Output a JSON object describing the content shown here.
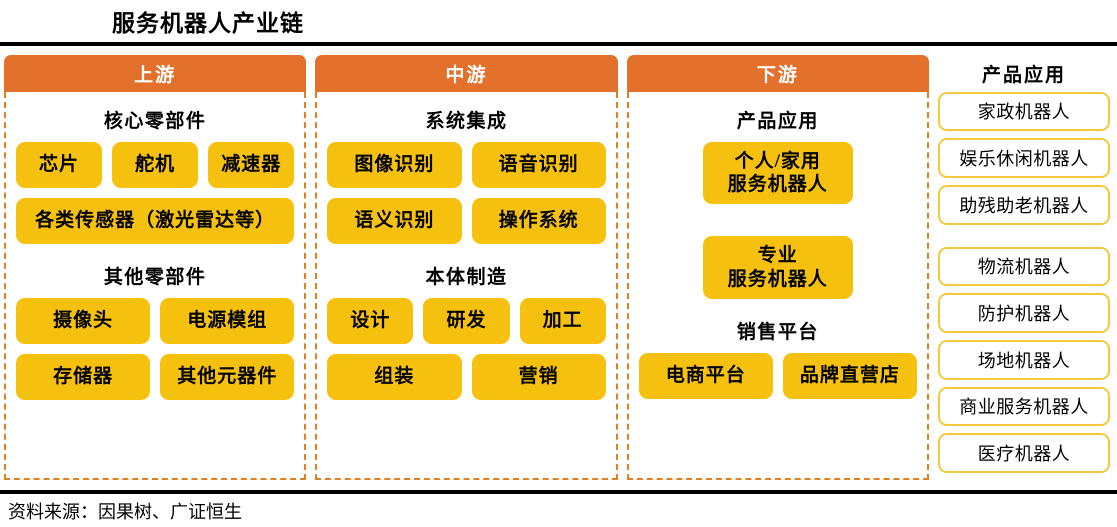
{
  "title": "服务机器人产业链",
  "footer": "资料来源：因果树、广证恒生",
  "colors": {
    "header_orange": "#E3712C",
    "chip_yellow": "#F6C10E",
    "border_dashed": "#E08020",
    "app_border": "#F0C93C"
  },
  "columns": [
    {
      "header": "上游",
      "sections": [
        {
          "label": "核心零部件",
          "rows": [
            [
              "芯片",
              "舵机",
              "减速器"
            ],
            [
              "各类传感器（激光雷达等）"
            ]
          ]
        },
        {
          "label": "其他零部件",
          "rows": [
            [
              "摄像头",
              "电源模组"
            ],
            [
              "存储器",
              "其他元器件"
            ]
          ]
        }
      ]
    },
    {
      "header": "中游",
      "sections": [
        {
          "label": "系统集成",
          "rows": [
            [
              "图像识别",
              "语音识别"
            ],
            [
              "语义识别",
              "操作系统"
            ]
          ]
        },
        {
          "label": "本体制造",
          "rows": [
            [
              "设计",
              "研发",
              "加工"
            ],
            [
              "组装",
              "营销"
            ]
          ]
        }
      ]
    },
    {
      "header": "下游",
      "sections": [
        {
          "label": "产品应用",
          "rows": [
            [
              "个人/家用\n服务机器人"
            ],
            [
              "专业\n服务机器人"
            ]
          ]
        },
        {
          "label": "销售平台",
          "rows": [
            [
              "电商平台",
              "品牌直营店"
            ]
          ]
        }
      ]
    }
  ],
  "applications": {
    "title": "产品应用",
    "group_personal": [
      "家政机器人",
      "娱乐休闲机器人",
      "助残助老机器人"
    ],
    "group_professional": [
      "物流机器人",
      "防护机器人",
      "场地机器人",
      "商业服务机器人",
      "医疗机器人"
    ]
  }
}
